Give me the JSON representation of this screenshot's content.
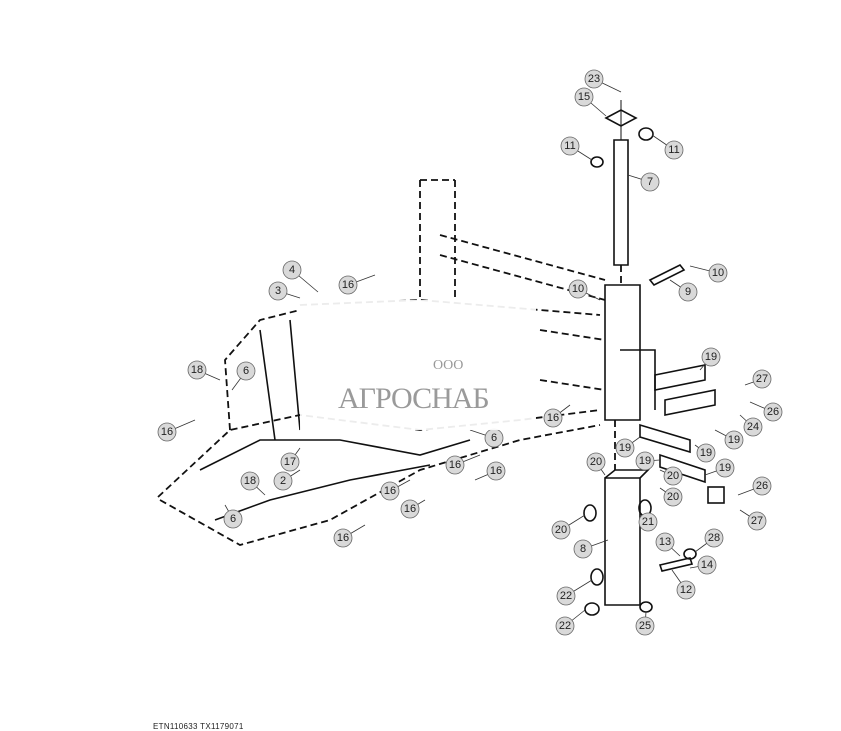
{
  "figure_id": "ETN110633  TX1179071",
  "watermark": {
    "prefix": "ООО",
    "name": "АГРОСНАБ"
  },
  "callouts": [
    "23",
    "15",
    "11",
    "11",
    "7",
    "10",
    "9",
    "10",
    "4",
    "3",
    "16",
    "19",
    "27",
    "26",
    "24",
    "19",
    "19",
    "19",
    "19",
    "19",
    "20",
    "20",
    "26",
    "27",
    "20",
    "20",
    "21",
    "8",
    "13",
    "28",
    "14",
    "12",
    "22",
    "22",
    "25",
    "18",
    "6",
    "16",
    "16",
    "6",
    "17",
    "16",
    "16",
    "2",
    "18",
    "6",
    "16",
    "16",
    "16"
  ]
}
